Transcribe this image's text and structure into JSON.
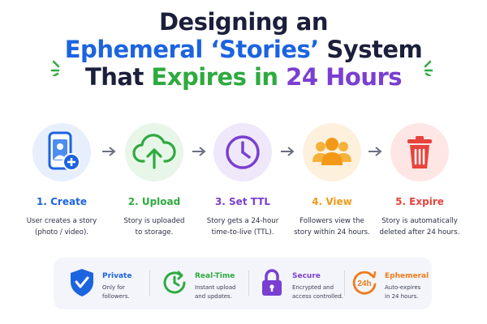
{
  "title": {
    "line1": "Designing an",
    "line2_a": "Ephemeral ‘Stories’",
    "line2_b": "System",
    "line3_a": "That",
    "line3_b": "Expires in",
    "line3_c": "24 Hours"
  },
  "steps": [
    {
      "label": "1. Create",
      "desc1": "User creates a story",
      "desc2": "(photo / video).",
      "color": "#1c63e0",
      "bg": "#e7effd"
    },
    {
      "label": "2. Upload",
      "desc1": "Story is uploaded",
      "desc2": "to storage.",
      "color": "#2faa3f",
      "bg": "#e8f6ea"
    },
    {
      "label": "3. Set TTL",
      "desc1": "Story gets a 24-hour",
      "desc2": "time-to-live (TTL).",
      "color": "#7a3fd0",
      "bg": "#efe8fb"
    },
    {
      "label": "4. View",
      "desc1": "Followers view the",
      "desc2": "story within 24 hours.",
      "color": "#f29a18",
      "bg": "#fdf1de"
    },
    {
      "label": "5. Expire",
      "desc1": "Story is automatically",
      "desc2": "deleted after 24 hours.",
      "color": "#e8433c",
      "bg": "#fde6e4"
    }
  ],
  "features": [
    {
      "title": "Private",
      "desc1": "Only for",
      "desc2": "followers.",
      "color": "#1c63e0"
    },
    {
      "title": "Real-Time",
      "desc1": "Instant upload",
      "desc2": "and updates.",
      "color": "#2faa3f"
    },
    {
      "title": "Secure",
      "desc1": "Encrypted and",
      "desc2": "access controlled.",
      "color": "#7a3fd0"
    },
    {
      "title": "Ephemeral",
      "desc1": "Auto-expires",
      "desc2": "in 24 hours.",
      "color": "#f07a18",
      "badge": "24h"
    }
  ],
  "icons": [
    "phone-add-icon",
    "cloud-upload-icon",
    "clock-icon",
    "users-icon",
    "trash-icon",
    "shield-check-icon",
    "realtime-clock-icon",
    "lock-icon",
    "24h-icon"
  ]
}
